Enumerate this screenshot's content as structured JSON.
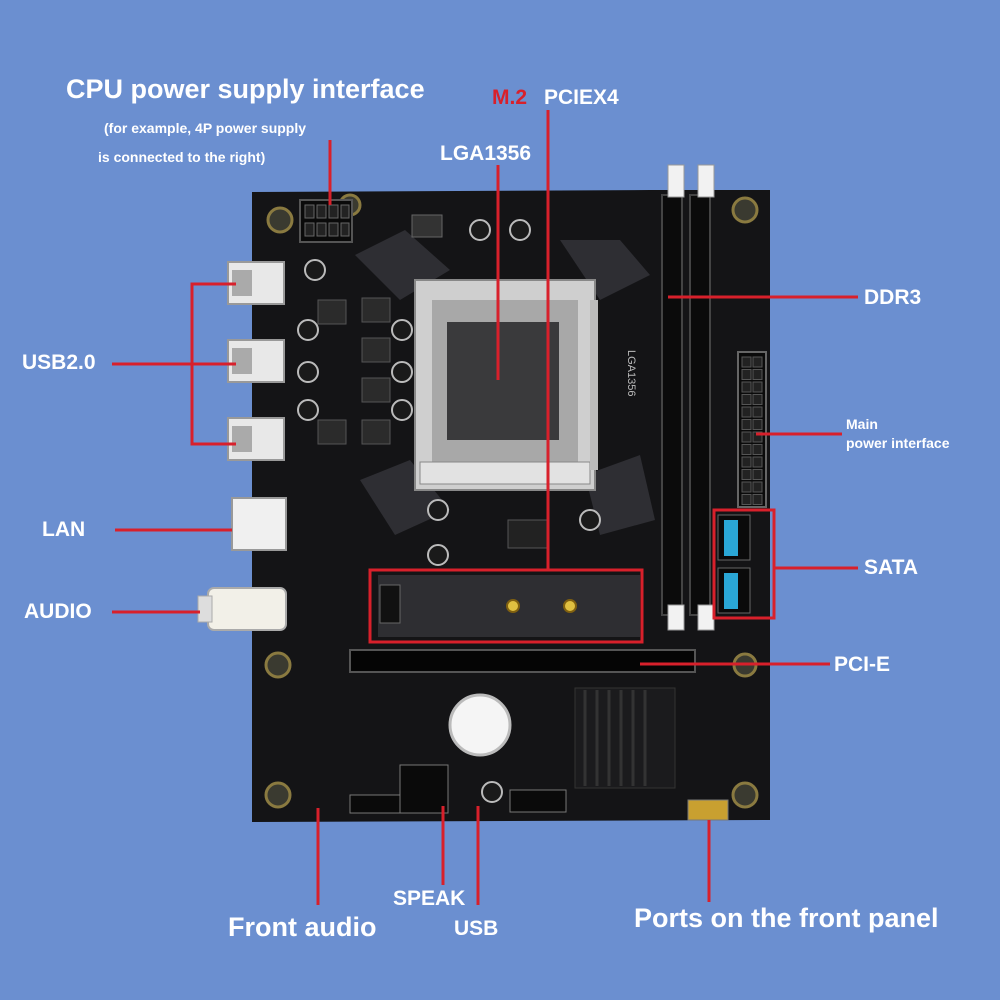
{
  "labels": {
    "cpu_power_title": "CPU power supply interface",
    "cpu_power_note1": "(for example, 4P power supply",
    "cpu_power_note2": "is connected to the right)",
    "m2": "M.2",
    "pciex4": "PCIEX4",
    "socket": "LGA1356",
    "ddr3": "DDR3",
    "main_power1": "Main",
    "main_power2": "power interface",
    "usb2": "USB2.0",
    "lan": "LAN",
    "audio": "AUDIO",
    "sata": "SATA",
    "pcie": "PCI-E",
    "front_audio": "Front audio",
    "speak": "SPEAK",
    "usb": "USB",
    "front_panel": "Ports on the front panel"
  },
  "board_text": {
    "silk_socket": "LGA1356"
  },
  "colors": {
    "background": "#6b8fd0",
    "board": "#141416",
    "callout_line": "#d8202b",
    "sata_port": "#2aa7d6"
  }
}
